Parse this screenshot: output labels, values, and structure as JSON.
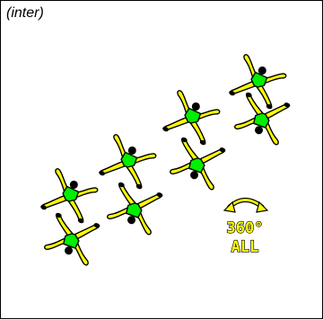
{
  "figure": {
    "label": "(inter)",
    "rotation_badge": {
      "line1": "360°",
      "line2": "ALL",
      "icon": "rotate-arc-arrows-icon"
    }
  },
  "colors": {
    "limb_fill": "#ffff00",
    "body_fill": "#00ee00",
    "head_fill": "#000000",
    "outline": "#000000",
    "badge_outline": "#000000",
    "badge_fill": "#ffff00"
  },
  "formation": {
    "pairs": 4,
    "figures_per_pair": 2,
    "description_shown": false
  }
}
